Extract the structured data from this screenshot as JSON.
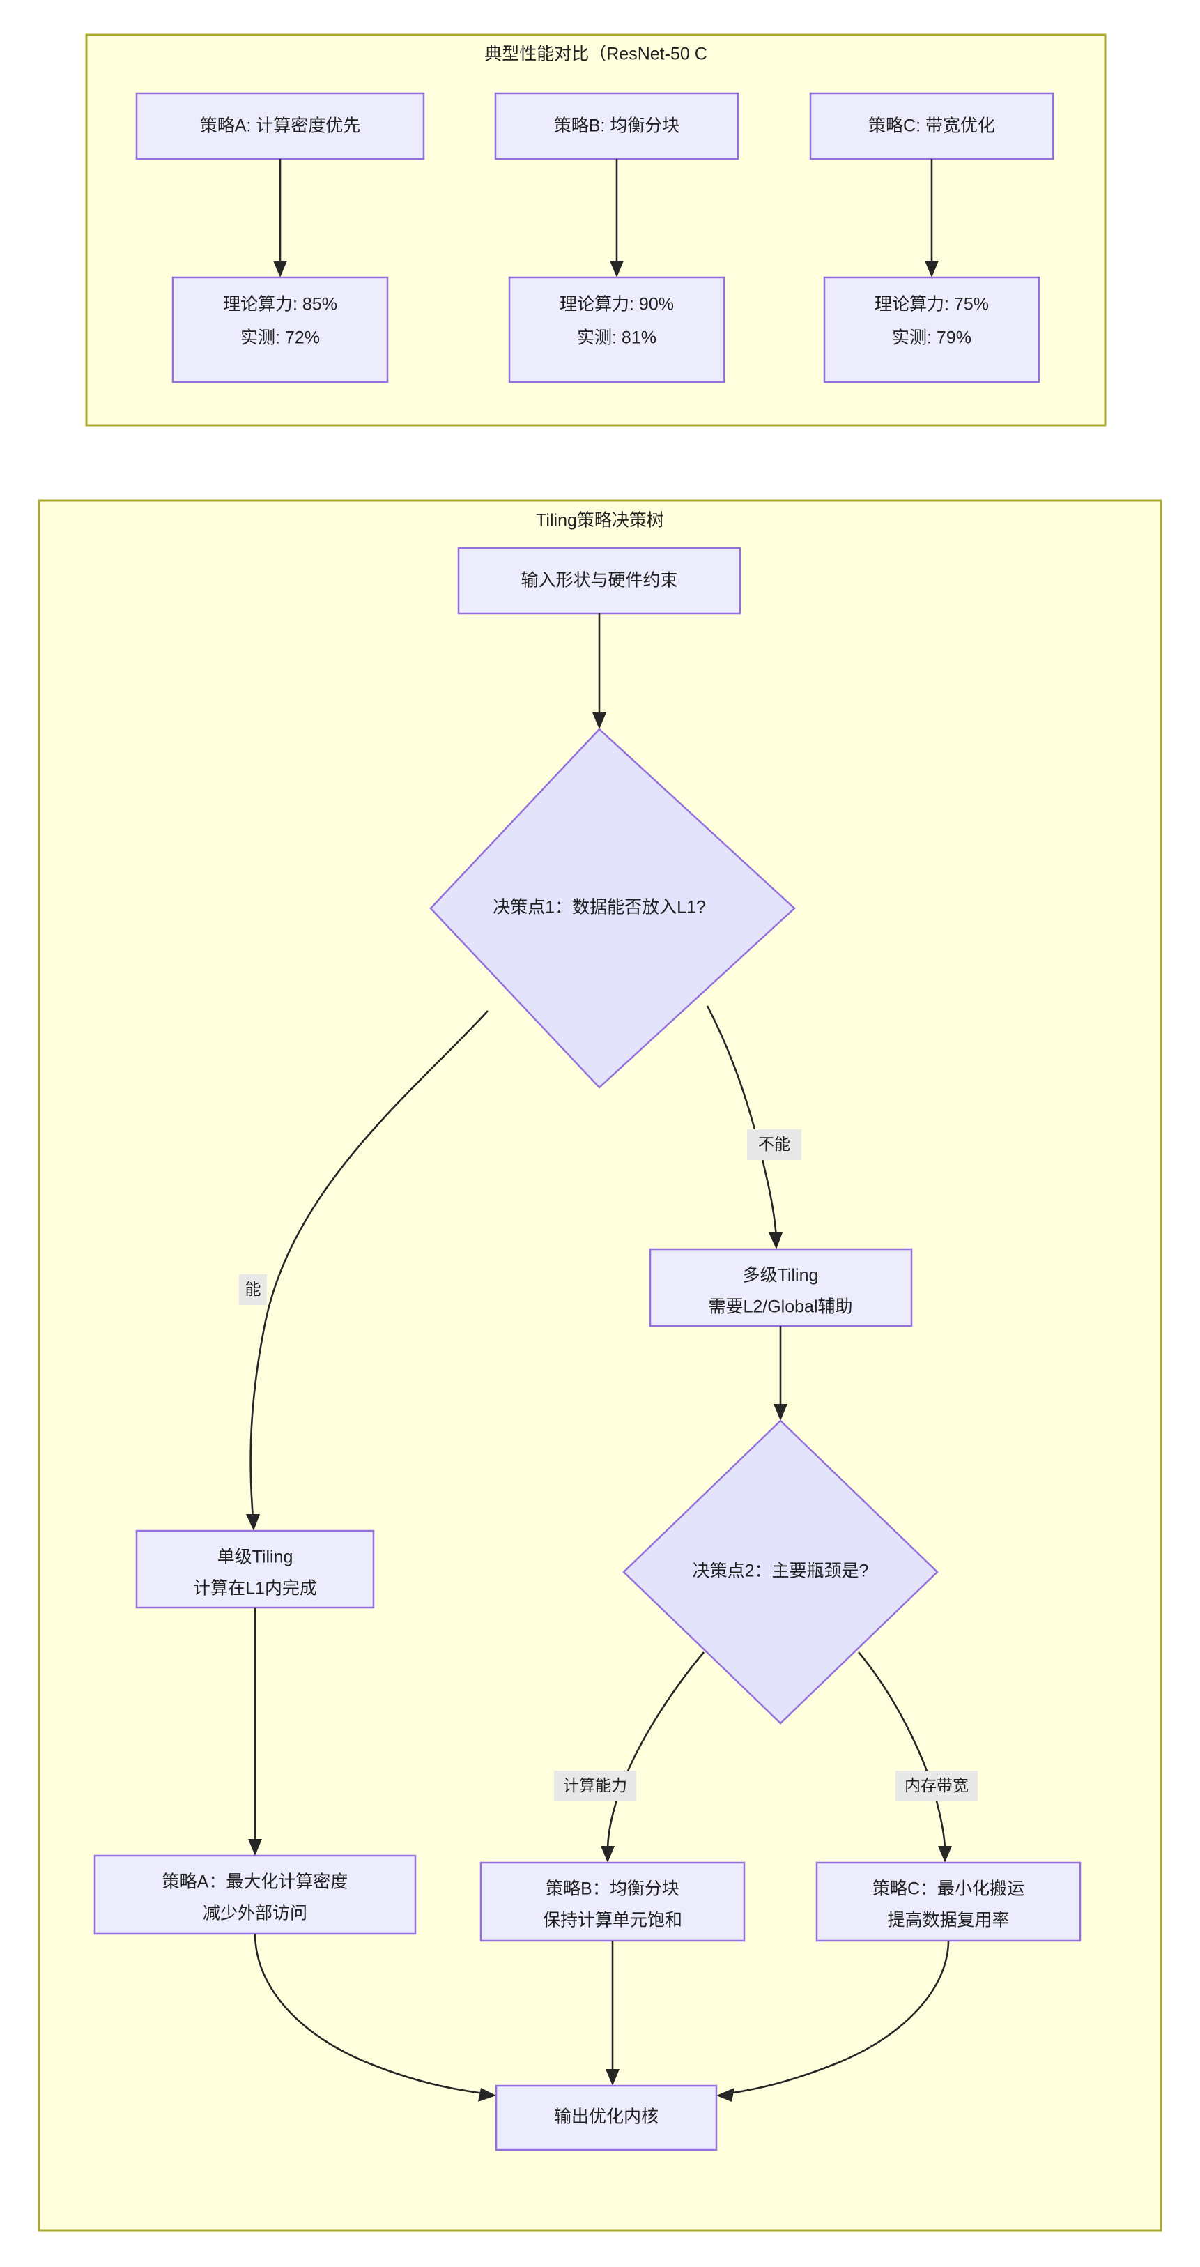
{
  "diagram": {
    "type": "flowchart",
    "direction": "top-down",
    "background": "#ffffff",
    "colors": {
      "cluster_fill": "#ffffde",
      "cluster_stroke": "#aaaa33",
      "node_fill": "#ececfd",
      "node_stroke": "#9370db",
      "edge_stroke": "#262626",
      "edge_label_bg": "#e8e8e8",
      "text": "#1f2020"
    }
  },
  "clusters": [
    {
      "id": "perf",
      "title": "典型性能对比（ResNet-50 C",
      "title_note": "truncated-at-cluster-edge"
    },
    {
      "id": "tree",
      "title": "Tiling策略决策树"
    }
  ],
  "perf_section": {
    "strategies": [
      {
        "id": "pa",
        "header": "策略A: 计算密度优先",
        "result_line1": "理论算力: 85%",
        "result_line2": "实测: 72%",
        "theoretical": 85,
        "measured": 72
      },
      {
        "id": "pb",
        "header": "策略B: 均衡分块",
        "result_line1": "理论算力: 90%",
        "result_line2": "实测: 81%",
        "theoretical": 90,
        "measured": 81
      },
      {
        "id": "pc",
        "header": "策略C: 带宽优化",
        "result_line1": "理论算力: 75%",
        "result_line2": "实测: 79%",
        "theoretical": 75,
        "measured": 79
      }
    ]
  },
  "tree_section": {
    "nodes": {
      "start": {
        "label": "输入形状与硬件约束"
      },
      "d1": {
        "label": "决策点1：数据能否放入L1?"
      },
      "multi": {
        "line1": "多级Tiling",
        "line2": "需要L2/Global辅助"
      },
      "single": {
        "line1": "单级Tiling",
        "line2": "计算在L1内完成"
      },
      "d2": {
        "label": "决策点2：主要瓶颈是?"
      },
      "sa": {
        "line1": "策略A：最大化计算密度",
        "line2": "减少外部访问"
      },
      "sb": {
        "line1": "策略B：均衡分块",
        "line2": "保持计算单元饱和"
      },
      "sc": {
        "line1": "策略C：最小化搬运",
        "line2": "提高数据复用率"
      },
      "out": {
        "label": "输出优化内核"
      }
    },
    "edge_labels": {
      "yes": "能",
      "no": "不能",
      "compute": "计算能力",
      "bandwidth": "内存带宽"
    }
  }
}
